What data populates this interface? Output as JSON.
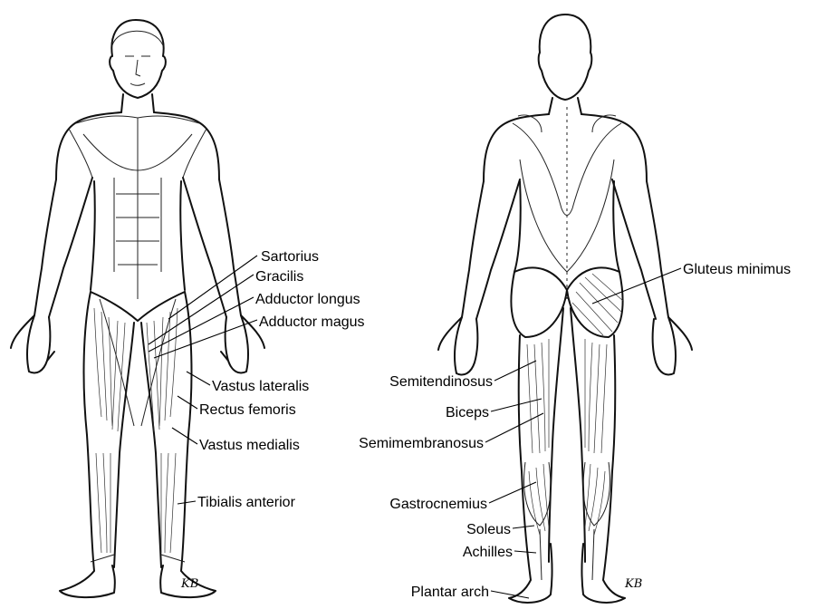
{
  "front_labels": {
    "sartorius": "Sartorius",
    "gracilis": "Gracilis",
    "adductor_longus": "Adductor longus",
    "adductor_magus": "Adductor magus",
    "vastus_lateralis": "Vastus lateralis",
    "rectus_femoris": "Rectus femoris",
    "vastus_medialis": "Vastus medialis",
    "tibialis_anterior": "Tibialis anterior"
  },
  "back_labels": {
    "gluteus_minimus": "Gluteus minimus",
    "semitendinosus": "Semitendinosus",
    "biceps": "Biceps",
    "semimembranosus": "Semimembranosus",
    "gastrocnemius": "Gastrocnemius",
    "soleus": "Soleus",
    "achilles": "Achilles",
    "plantar_arch": "Plantar arch"
  },
  "signature": "KB"
}
